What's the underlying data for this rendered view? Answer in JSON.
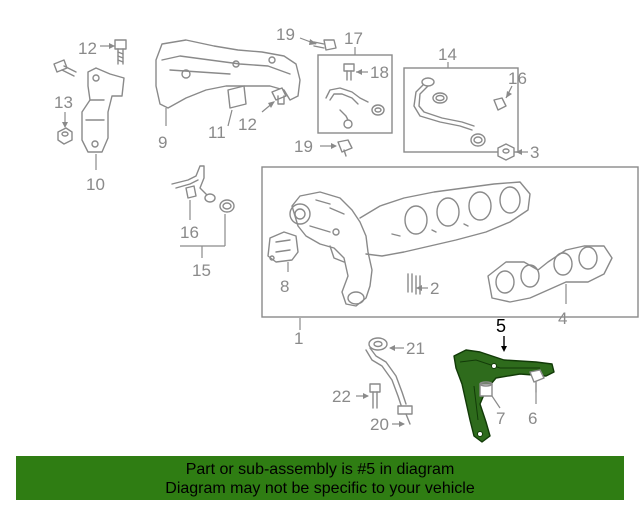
{
  "callouts": {
    "c1": "1",
    "c2": "2",
    "c3": "3",
    "c4": "4",
    "c5": "5",
    "c6": "6",
    "c7": "7",
    "c8": "8",
    "c9": "9",
    "c10": "10",
    "c11": "11",
    "c12a": "12",
    "c12b": "12",
    "c13": "13",
    "c14": "14",
    "c15": "15",
    "c16a": "16",
    "c16b": "16",
    "c17": "17",
    "c18": "18",
    "c19a": "19",
    "c19b": "19",
    "c20": "20",
    "c21": "21",
    "c22": "22"
  },
  "highlight_part": "5",
  "colors": {
    "line_art": "#8a8a8a",
    "highlight_fill": "#2e6b1c",
    "banner_background": "#2f7d13"
  },
  "banner": {
    "line1": "Part or sub-assembly is #5 in diagram",
    "line2": "Diagram may not be specific to your vehicle"
  }
}
